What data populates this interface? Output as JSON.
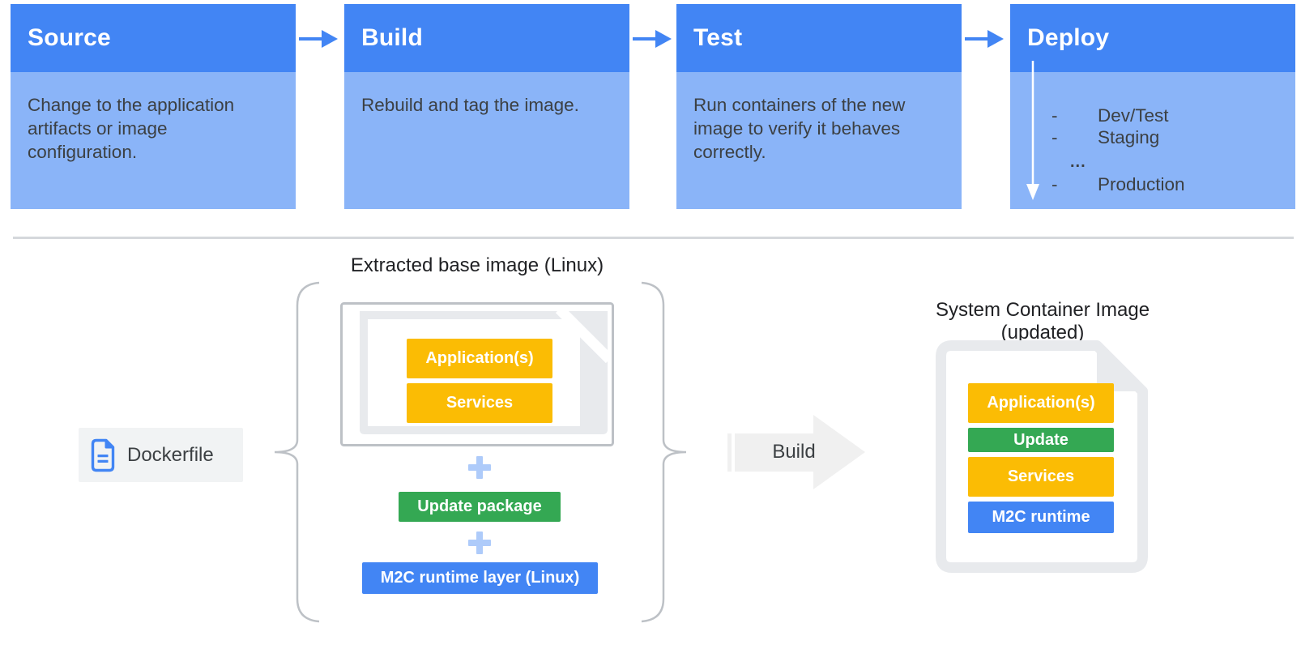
{
  "colors": {
    "header_blue": "#4285F4",
    "body_blue": "#8AB4F8",
    "plus_blue": "#AECBFA",
    "layer_yellow": "#FBBC04",
    "layer_green": "#34A853",
    "layer_blue": "#4285F4",
    "doc_gray": "#E8EAED",
    "border_gray": "#BDC1C6",
    "arrow_gray": "#F0F0F0",
    "text_dark": "#3C4043"
  },
  "pipeline": {
    "stages": [
      {
        "title": "Source",
        "description": "Change to the application artifacts or image configuration."
      },
      {
        "title": "Build",
        "description": "Rebuild and tag the image."
      },
      {
        "title": "Test",
        "description": "Run containers of the new image to verify it behaves correctly."
      },
      {
        "title": "Deploy",
        "items": [
          {
            "bullet": "-",
            "label": "Dev/Test"
          },
          {
            "bullet": "-",
            "label": "Staging"
          },
          {
            "bullet": "",
            "label": "..."
          },
          {
            "bullet": "-",
            "label": "Production"
          }
        ]
      }
    ]
  },
  "build_flow": {
    "dockerfile_label": "Dockerfile",
    "base_image_title": "Extracted base image (Linux)",
    "base_image_layers": [
      "Application(s)",
      "Services"
    ],
    "plus_sign": "+",
    "update_package_label": "Update package",
    "runtime_layer_label": "M2C runtime layer (Linux)",
    "build_label": "Build",
    "result_title": "System Container Image (updated)",
    "result_layers": [
      "Application(s)",
      "Update",
      "Services",
      "M2C runtime"
    ]
  }
}
